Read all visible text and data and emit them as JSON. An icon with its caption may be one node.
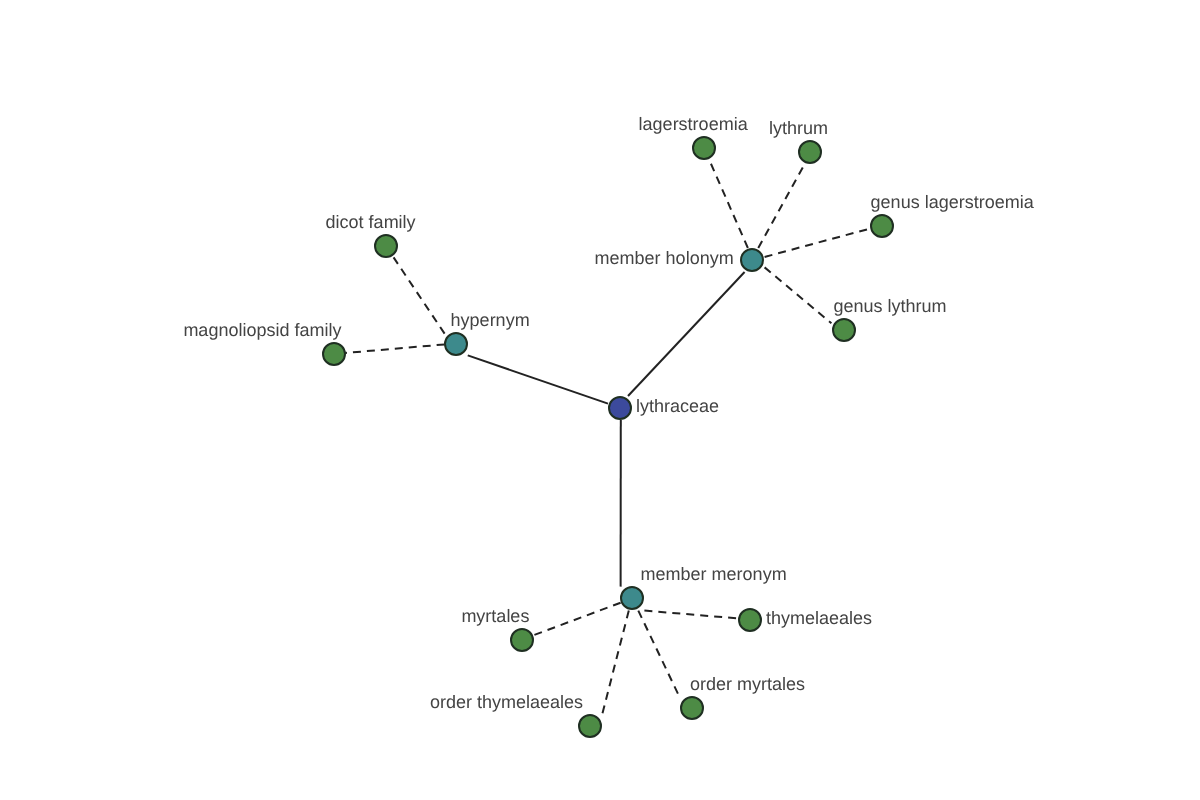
{
  "diagram": {
    "nodes": [
      {
        "text": [
          "lythraceae"
        ]
      },
      {
        "text": [
          "hypernym"
        ]
      },
      {
        "text": [
          "dicot family"
        ]
      },
      {
        "text": [
          "magnoliopsid family"
        ]
      },
      {
        "text": [
          "member holonym"
        ]
      },
      {
        "text": [
          "lagerstroemia"
        ]
      },
      {
        "text": [
          "lythrum"
        ]
      },
      {
        "text": [
          "genus lagerstroemia"
        ]
      },
      {
        "text": [
          "genus lythrum"
        ]
      },
      {
        "text": [
          "member meronym"
        ]
      },
      {
        "text": [
          "myrtales"
        ]
      },
      {
        "text": [
          "thymelaeales"
        ]
      },
      {
        "text": [
          "order thymelaeales"
        ]
      },
      {
        "text": [
          "order myrtales"
        ]
      }
    ],
    "edges": [
      {
        "from": 0,
        "to": 1,
        "arrow": "none"
      },
      {
        "from": 0,
        "to": 4,
        "arrow": "none"
      },
      {
        "from": 0,
        "to": 9,
        "arrow": "none"
      },
      {
        "from": 1,
        "to": 2,
        "arrow": "none",
        "style": "dashed"
      },
      {
        "from": 1,
        "to": 3,
        "arrow": "none",
        "style": "dashed"
      },
      {
        "from": 4,
        "to": 5,
        "arrow": "none",
        "style": "dashed"
      },
      {
        "from": 4,
        "to": 6,
        "arrow": "none",
        "style": "dashed"
      },
      {
        "from": 4,
        "to": 7,
        "arrow": "none",
        "style": "dashed"
      },
      {
        "from": 4,
        "to": 8,
        "arrow": "none",
        "style": "dashed"
      },
      {
        "from": 9,
        "to": 10,
        "arrow": "none",
        "style": "dashed"
      },
      {
        "from": 9,
        "to": 11,
        "arrow": "none",
        "style": "dashed"
      },
      {
        "from": 9,
        "to": 12,
        "arrow": "none",
        "style": "dashed"
      },
      {
        "from": 9,
        "to": 13,
        "arrow": "none",
        "style": "dashed"
      }
    ]
  }
}
